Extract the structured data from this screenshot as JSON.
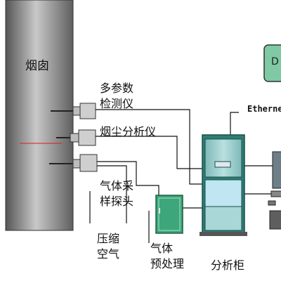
{
  "labels": {
    "chimney": "烟囱",
    "multi_param_line1": "多参数",
    "multi_param_line2": "检测仪",
    "dust_analyzer": "烟尘分析仪",
    "gas_sampling_line1": "气体采",
    "gas_sampling_line2": "样探头",
    "compressed_air_line1": "压缩",
    "compressed_air_line2": "空气",
    "gas_pretreat_line1": "气体",
    "gas_pretreat_line2": "预处理",
    "analysis_cabinet": "分析柜",
    "ethernet": "Etherne",
    "cut_label": "D"
  },
  "colors": {
    "chimney_gradient": [
      "#5c5c5c",
      "#c9c9c9",
      "#6a6a6a"
    ],
    "probe_box": "#cfcfcf",
    "cabinet_frame": "#2e7d74",
    "cabinet_panel": "#a9d6d6",
    "cabinet_screen": "#dfe8ef",
    "pretreat_box": "#3da67a",
    "laser_line": "#e21b1b",
    "wire": "#111111"
  }
}
